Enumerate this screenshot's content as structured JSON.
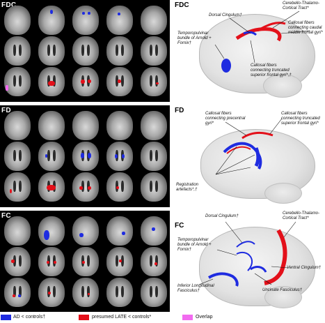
{
  "panels": {
    "fdc_left_label": "FDC",
    "fd_left_label": "FD",
    "fc_left_label": "FC",
    "fdc_right_label": "FDC",
    "fd_right_label": "FD",
    "fc_right_label": "FC"
  },
  "annotations_fdc": {
    "dorsal_cingulum": "Dorsal Cingulum†",
    "cerebello": "Cerebello-Thalamo-Cortical Tract*",
    "callosal_caudal": "Callosal fibers connecting caudal middle frontal gyri*",
    "temporopulvinar": "Temporopulvinar bundle of Arnold + Fornix†",
    "callosal_truncated": "Callosal fibers connecting truncated superior frontal gyri*,†"
  },
  "annotations_fd": {
    "callosal_precentral": "Callosal fibers connecting precentral gyri*",
    "callosal_truncated": "Callosal fibers connecting truncated superior frontal gyri*",
    "registration": "Registration artefacts*,†"
  },
  "annotations_fc": {
    "dorsal_cingulum": "Dorsal Cingulum†",
    "cerebello": "Cerebello-Thalamo-Cortical Tract*",
    "temporopulvinar": "Temporopulvinar bundle of Arnold + Fornix†",
    "ventral_cingulum": "Ventral Cingulum†",
    "uncinate": "Uncinate Fasciculus†",
    "ilf": "Inferior Longitudinal Fasciculus†"
  },
  "legend": {
    "ad": "AD < controls†",
    "late": "presumed LATE < controls*",
    "overlap": "Overlap"
  },
  "colors": {
    "ad": "#1f2ce0",
    "late": "#e3101a",
    "overlap": "#f26bf0"
  }
}
